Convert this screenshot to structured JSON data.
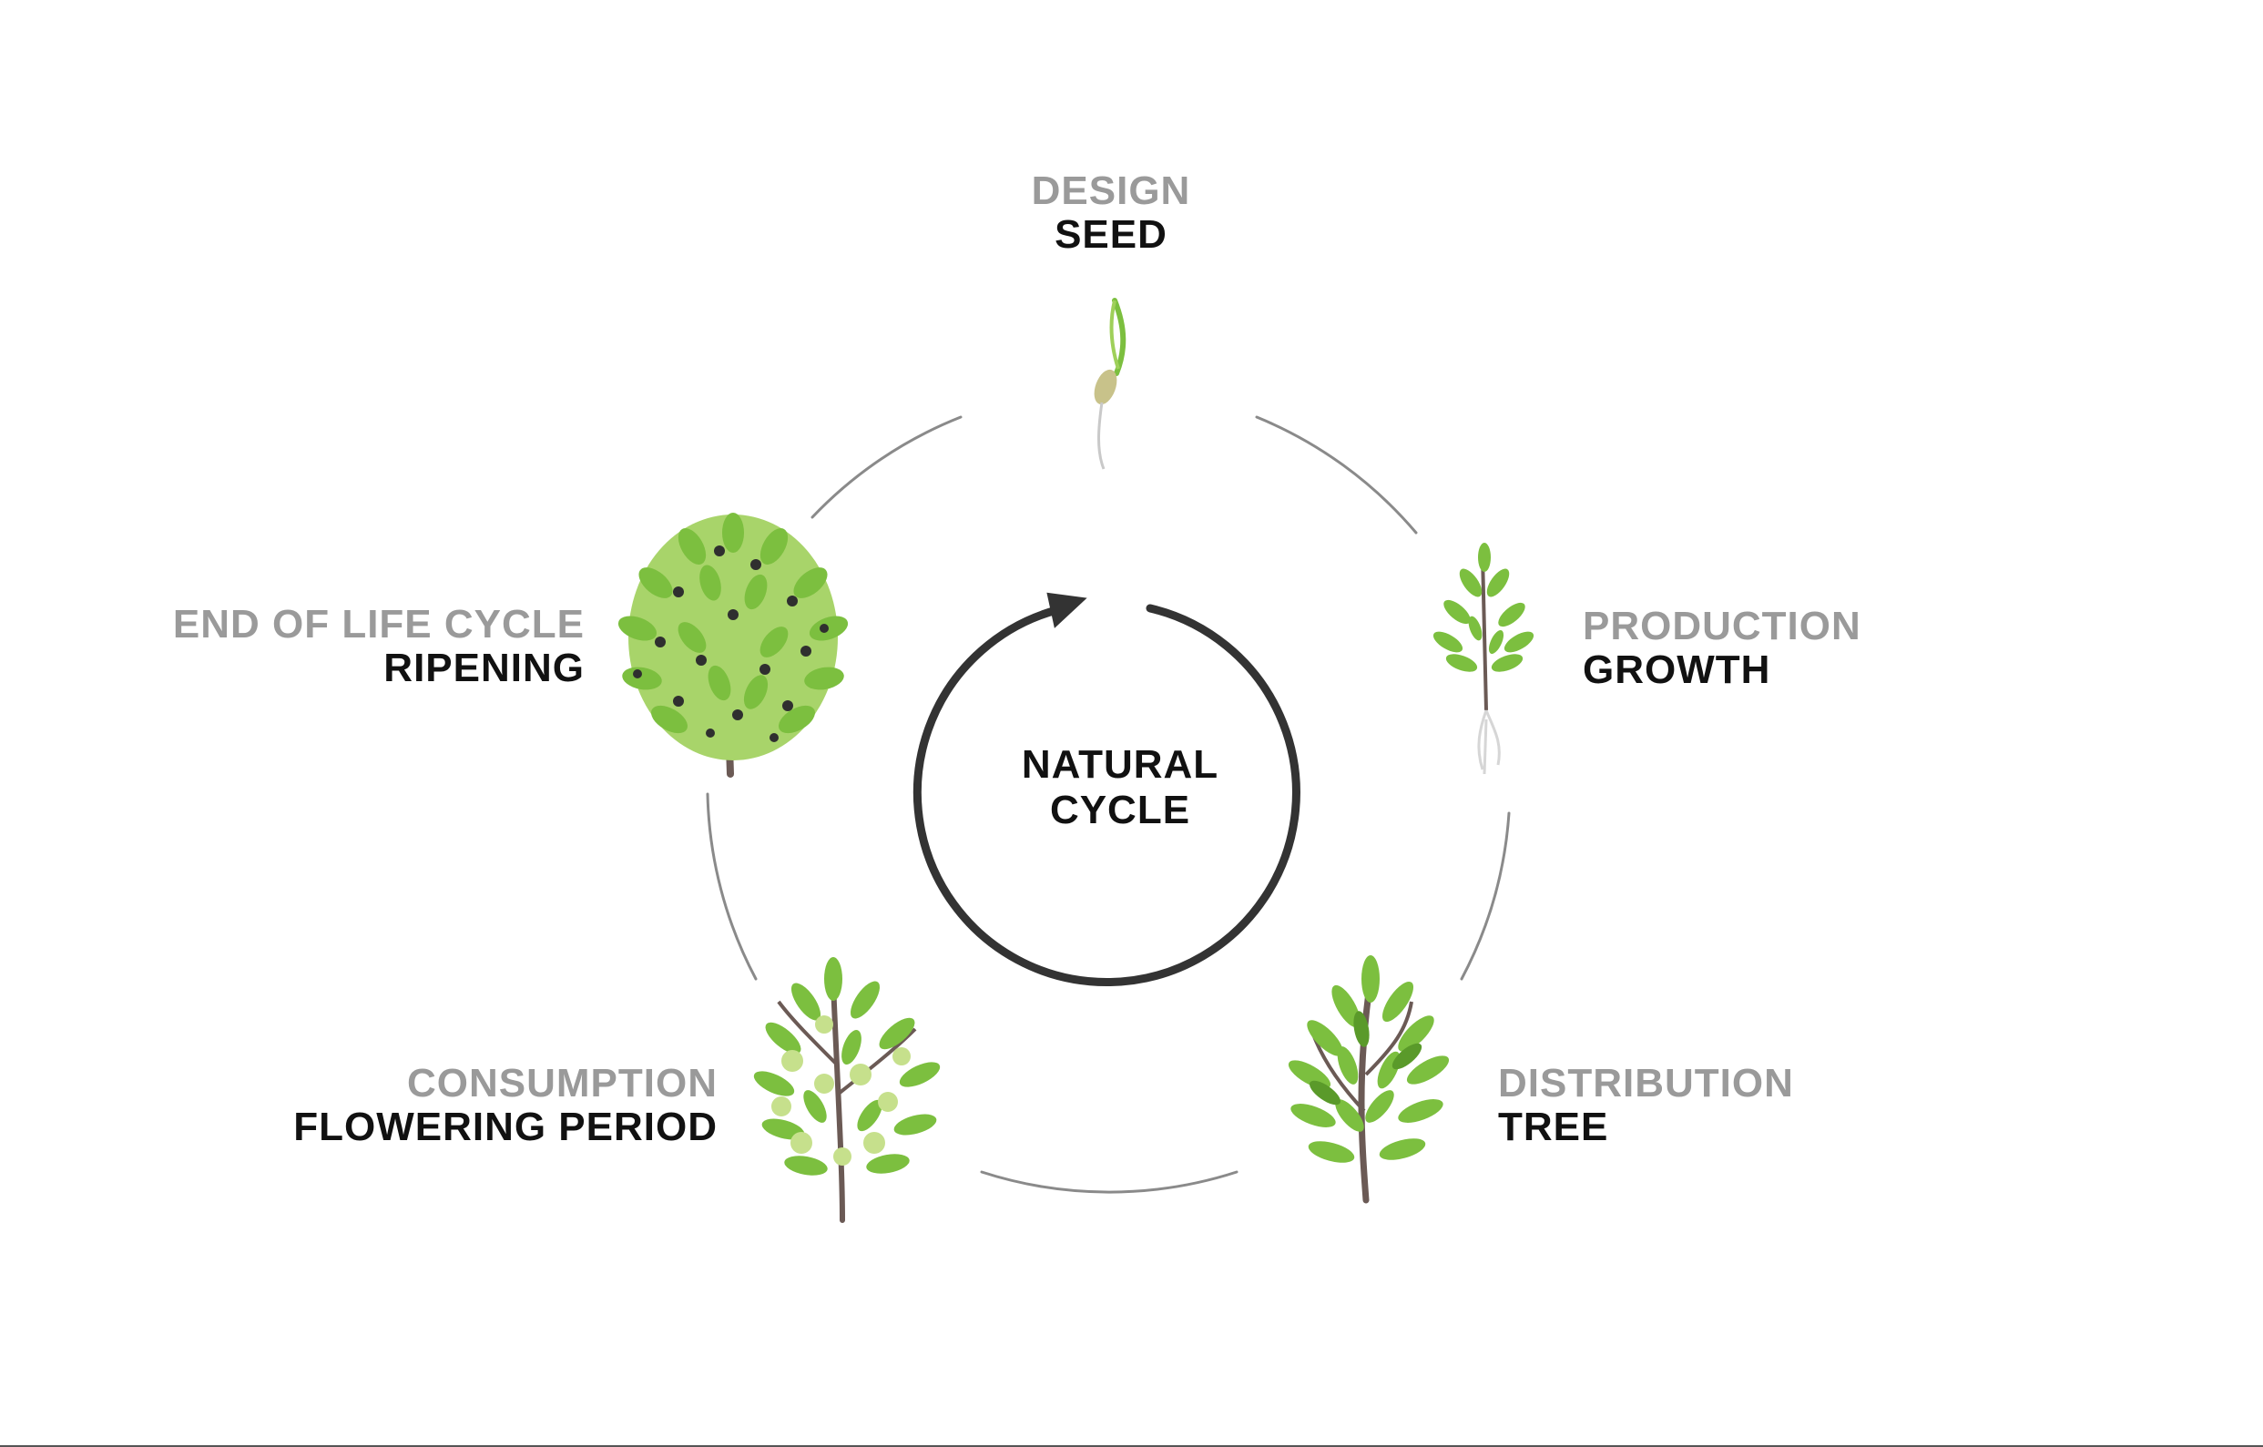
{
  "center": {
    "line1": "NATURAL",
    "line2": "CYCLE"
  },
  "stages": {
    "design": {
      "top": "DESIGN",
      "bottom": "SEED",
      "icon": "seedling-icon"
    },
    "production": {
      "top": "PRODUCTION",
      "bottom": "GROWTH",
      "icon": "sapling-icon"
    },
    "distribution": {
      "top": "DISTRIBUTION",
      "bottom": "TREE",
      "icon": "young-tree-icon"
    },
    "consumption": {
      "top": "CONSUMPTION",
      "bottom": "FLOWERING PERIOD",
      "icon": "flowering-tree-icon"
    },
    "endoflife": {
      "top": "END OF LIFE CYCLE",
      "bottom": "RIPENING",
      "icon": "fruiting-tree-icon"
    }
  },
  "colors": {
    "leaf": "#7cbf3f",
    "leaf_dark": "#5a9a2a",
    "leaf_light": "#b9dc7a",
    "trunk": "#6b5a55",
    "berry": "#2f2f2f",
    "ring": "#888888",
    "arrow": "#333333",
    "label_muted": "#9a9a9a",
    "label_strong": "#111111"
  }
}
